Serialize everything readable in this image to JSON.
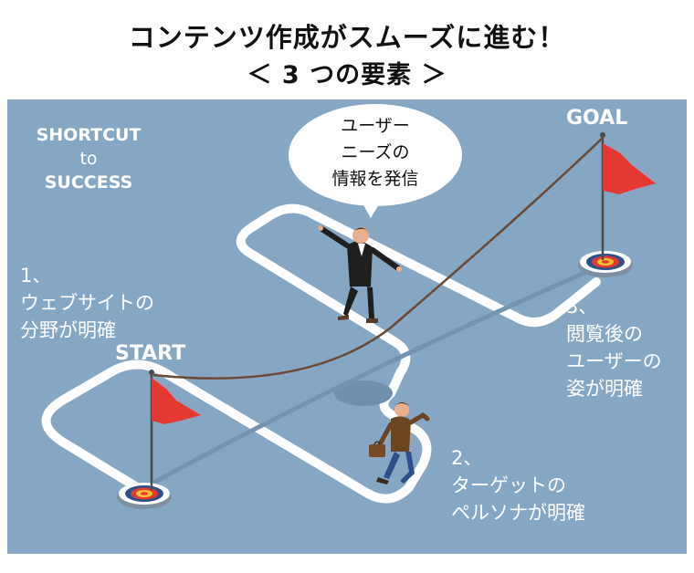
{
  "title": {
    "line1": "コンテンツ作成がスムーズに進む！",
    "line2": "＜ 3 つの要素 ＞"
  },
  "scene": {
    "shortcut": {
      "line1": "SHORTCUT",
      "line2": "to",
      "line3": "SUCCESS"
    },
    "start_label": "START",
    "goal_label": "GOAL",
    "steps": [
      {
        "text": "1、\nウェブサイトの\n分野が明確"
      },
      {
        "text": "2、\nターゲットの\nペルソナが明確"
      },
      {
        "text": "3、\n閲覧後の\nユーザーの\n姿が明確"
      }
    ],
    "bubble_text": "ユーザー\nニーズの\n情報を発信"
  },
  "colors": {
    "background": "#86a7c3",
    "path": "#ffffff",
    "flag": "#e23a32",
    "rope": "#6b4a35",
    "target_red": "#e23a32",
    "target_yellow": "#f2c230",
    "target_blue": "#2e4f8a"
  }
}
